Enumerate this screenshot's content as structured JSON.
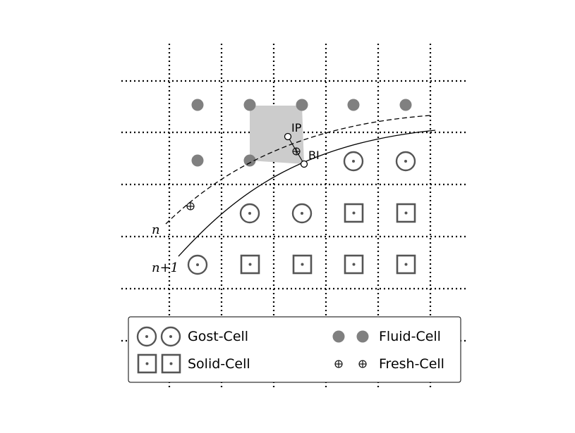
{
  "diagram": {
    "point_labels": {
      "image_point": "IP",
      "boundary_intercept": "BI"
    },
    "interface_labels": {
      "old": "n",
      "new": "n+1"
    },
    "colors": {
      "fluid_fill": "#808080",
      "marker_stroke": "#555555",
      "stencil_fill": "#cccccc",
      "grid": "#000000"
    }
  },
  "legend": {
    "ghost_label": "Gost-Cell",
    "solid_label": "Solid-Cell",
    "fluid_label": "Fluid-Cell",
    "fresh_label": "Fresh-Cell"
  }
}
